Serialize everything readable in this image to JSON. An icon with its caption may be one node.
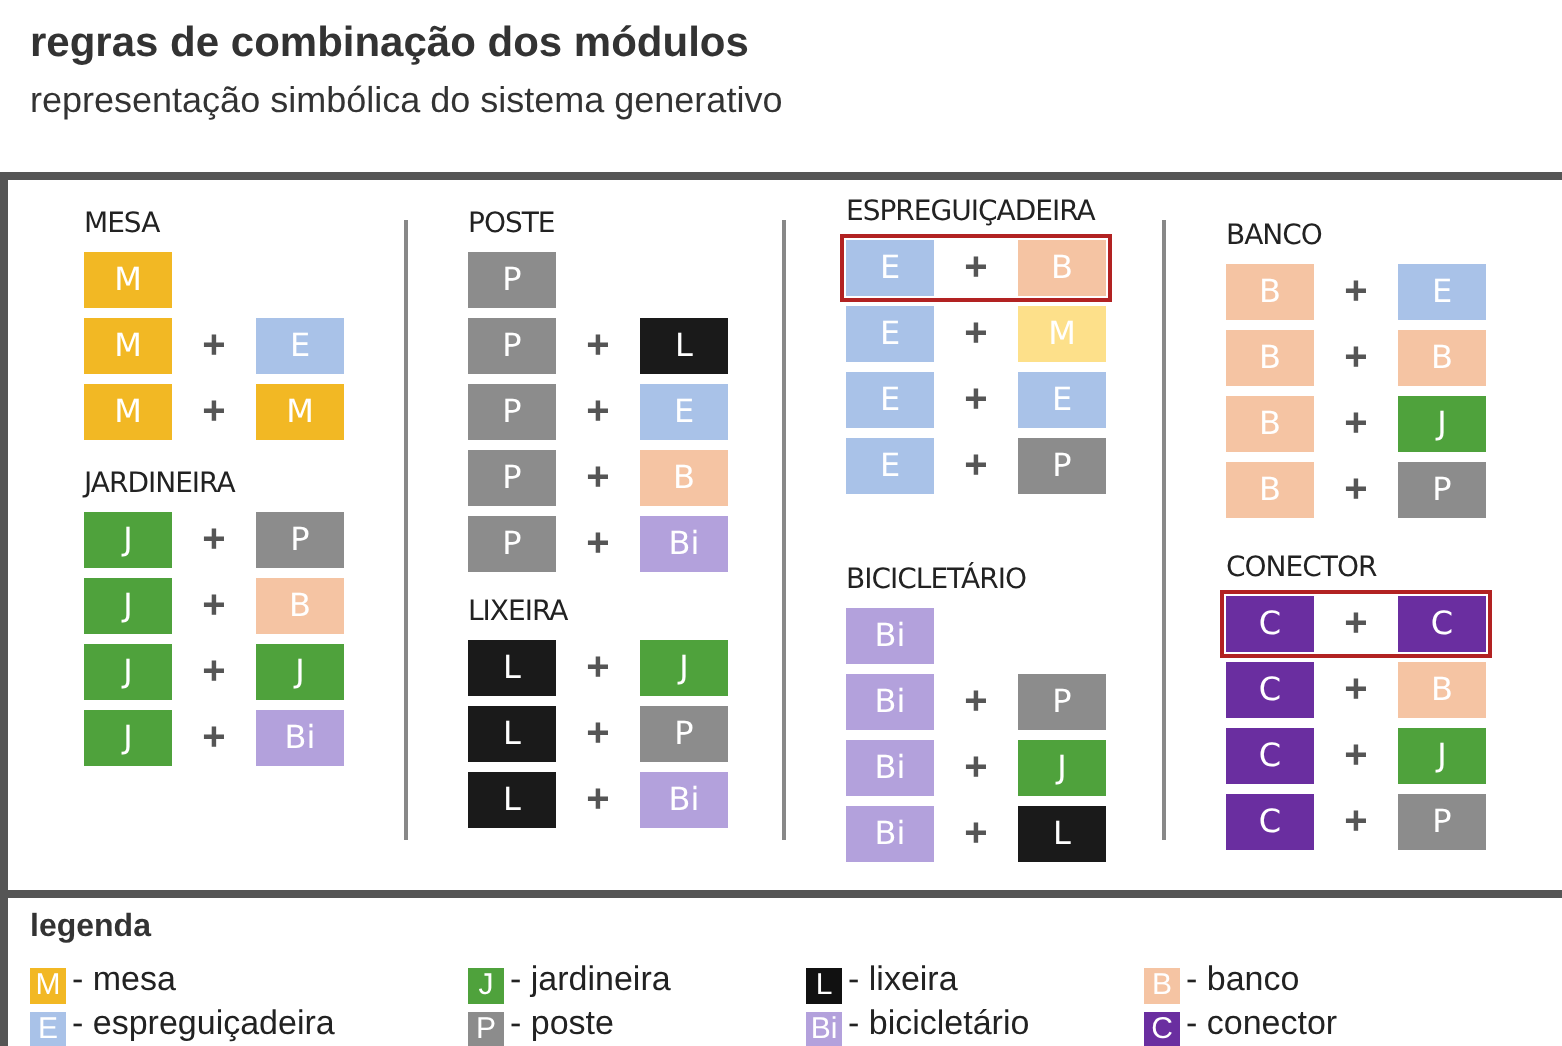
{
  "diagram": {
    "title": "regras de combinação dos módulos",
    "nodes": [
      {
        "text": [
          "M"
        ]
      },
      {
        "text": [
          "M"
        ]
      },
      {
        "text": [
          "E"
        ]
      },
      {
        "text": [
          "M"
        ]
      },
      {
        "text": [
          "M"
        ]
      },
      {
        "text": [
          "J"
        ]
      },
      {
        "text": [
          "P"
        ]
      },
      {
        "text": [
          "J"
        ]
      },
      {
        "text": [
          "B"
        ]
      },
      {
        "text": [
          "J"
        ]
      },
      {
        "text": [
          "J"
        ]
      },
      {
        "text": [
          "J"
        ]
      },
      {
        "text": [
          "Bi"
        ]
      },
      {
        "text": [
          "P"
        ]
      },
      {
        "text": [
          "P"
        ]
      },
      {
        "text": [
          "L"
        ]
      },
      {
        "text": [
          "P"
        ]
      },
      {
        "text": [
          "E"
        ]
      },
      {
        "text": [
          "P"
        ]
      },
      {
        "text": [
          "B"
        ]
      },
      {
        "text": [
          "P"
        ]
      },
      {
        "text": [
          "Bi"
        ]
      },
      {
        "text": [
          "L"
        ]
      },
      {
        "text": [
          "J"
        ]
      },
      {
        "text": [
          "L"
        ]
      },
      {
        "text": [
          "P"
        ]
      },
      {
        "text": [
          "L"
        ]
      },
      {
        "text": [
          "Bi"
        ]
      },
      {
        "text": [],
        "shape": "box"
      },
      {
        "text": [
          "E"
        ],
        "in": 28
      },
      {
        "text": [
          "B"
        ],
        "in": 28
      },
      {
        "text": [
          "E"
        ]
      },
      {
        "text": [
          "M"
        ]
      },
      {
        "text": [
          "E"
        ]
      },
      {
        "text": [
          "E"
        ]
      },
      {
        "text": [
          "E"
        ]
      },
      {
        "text": [
          "P"
        ]
      },
      {
        "text": [
          "Bi"
        ]
      },
      {
        "text": [
          "Bi"
        ]
      },
      {
        "text": [
          "P"
        ]
      },
      {
        "text": [
          "Bi"
        ]
      },
      {
        "text": [
          "J"
        ]
      },
      {
        "text": [
          "Bi"
        ]
      },
      {
        "text": [
          "L"
        ]
      },
      {
        "text": [
          "B"
        ]
      },
      {
        "text": [
          "E"
        ]
      },
      {
        "text": [
          "B"
        ]
      },
      {
        "text": [
          "B"
        ]
      },
      {
        "text": [
          "B"
        ]
      },
      {
        "text": [
          "J"
        ]
      },
      {
        "text": [
          "B"
        ]
      },
      {
        "text": [
          "P"
        ]
      },
      {
        "text": [],
        "shape": "box"
      },
      {
        "text": [
          "C"
        ],
        "in": 52
      },
      {
        "text": [
          "C"
        ],
        "in": 52
      },
      {
        "text": [
          "C"
        ]
      },
      {
        "text": [
          "B"
        ]
      },
      {
        "text": [
          "C"
        ]
      },
      {
        "text": [
          "J"
        ]
      },
      {
        "text": [
          "C"
        ]
      },
      {
        "text": [
          "P"
        ]
      }
    ],
    "labels": [
      "representação simbólica do sistema generativo",
      "MESA",
      "+",
      "+",
      "JARDINEIRA",
      "+",
      "+",
      "+",
      "+",
      "POSTE",
      "+",
      "+",
      "+",
      "+",
      "LIXEIRA",
      "+",
      "+",
      "+",
      "ESPREGUIÇADEIRA",
      "+",
      "+",
      "+",
      "+",
      "BICICLETÁRIO",
      "+",
      "+",
      "+",
      "BANCO",
      "+",
      "+",
      "+",
      "+",
      "CONECTOR",
      "+",
      "+",
      "+",
      "+",
      "legenda",
      "M",
      "J",
      "L",
      "B",
      "E",
      "P",
      "Bi",
      "C"
    ],
    "legend": [
      {
        "text": "- mesa",
        "color": "#f2b824"
      },
      {
        "text": "- jardineira",
        "color": "#4fa23c"
      },
      {
        "text": "- lixeira",
        "color": "#111111"
      },
      {
        "text": "- banco",
        "color": "#f5c4a3"
      },
      {
        "text": "- espreguiçadeira",
        "color": "#a9c2e8"
      },
      {
        "text": "- poste",
        "color": "#8c8c8c"
      },
      {
        "text": "- bicicletário",
        "color": "#b3a1dc"
      },
      {
        "text": "- conector",
        "color": "#6a2ea0"
      }
    ]
  }
}
